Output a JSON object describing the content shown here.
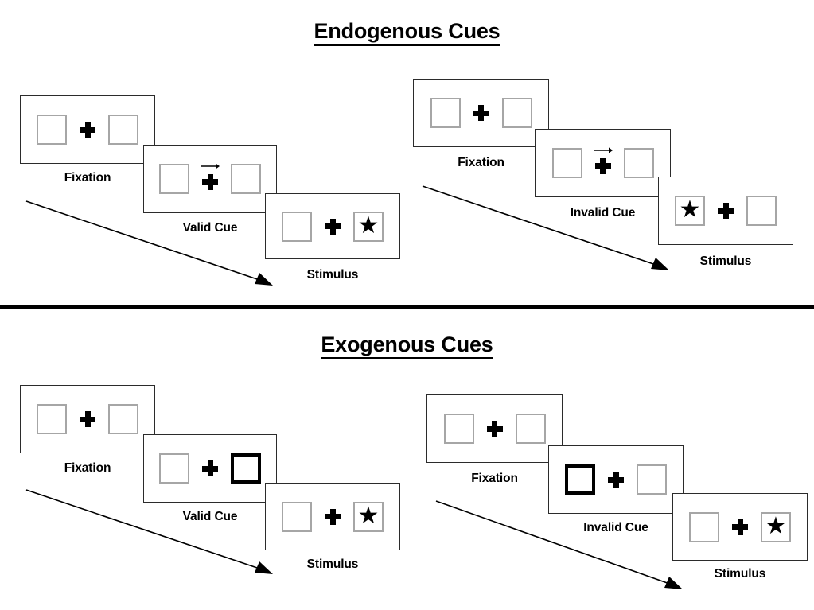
{
  "page": {
    "background": "#ffffff",
    "box_border_color": "#a6a6a6",
    "cued_box_border_color": "#000000",
    "frame_border_color": "#2b2b2b",
    "divider_color": "#000000"
  },
  "sections": [
    {
      "id": "endogenous",
      "title": "Endogenous Cues",
      "sequences": [
        {
          "id": "endogenous-valid",
          "frames": [
            {
              "caption": "Fixation",
              "cue": "none",
              "arrow": false,
              "star": "none"
            },
            {
              "caption": "Valid Cue",
              "cue": "none",
              "arrow": true,
              "star": "none"
            },
            {
              "caption": "Stimulus",
              "cue": "none",
              "arrow": false,
              "star": "right"
            }
          ]
        },
        {
          "id": "endogenous-invalid",
          "frames": [
            {
              "caption": "Fixation",
              "cue": "none",
              "arrow": false,
              "star": "none"
            },
            {
              "caption": "Invalid Cue",
              "cue": "none",
              "arrow": true,
              "star": "none"
            },
            {
              "caption": "Stimulus",
              "cue": "none",
              "arrow": false,
              "star": "left"
            }
          ]
        }
      ]
    },
    {
      "id": "exogenous",
      "title": "Exogenous Cues",
      "sequences": [
        {
          "id": "exogenous-valid",
          "frames": [
            {
              "caption": "Fixation",
              "cue": "none",
              "arrow": false,
              "star": "none"
            },
            {
              "caption": "Valid Cue",
              "cue": "right",
              "arrow": false,
              "star": "none"
            },
            {
              "caption": "Stimulus",
              "cue": "none",
              "arrow": false,
              "star": "right"
            }
          ]
        },
        {
          "id": "exogenous-invalid",
          "frames": [
            {
              "caption": "Fixation",
              "cue": "none",
              "arrow": false,
              "star": "none"
            },
            {
              "caption": "Invalid Cue",
              "cue": "left",
              "arrow": false,
              "star": "none"
            },
            {
              "caption": "Stimulus",
              "cue": "none",
              "arrow": false,
              "star": "right"
            }
          ]
        }
      ]
    }
  ],
  "glyphs": {
    "star": "★"
  }
}
